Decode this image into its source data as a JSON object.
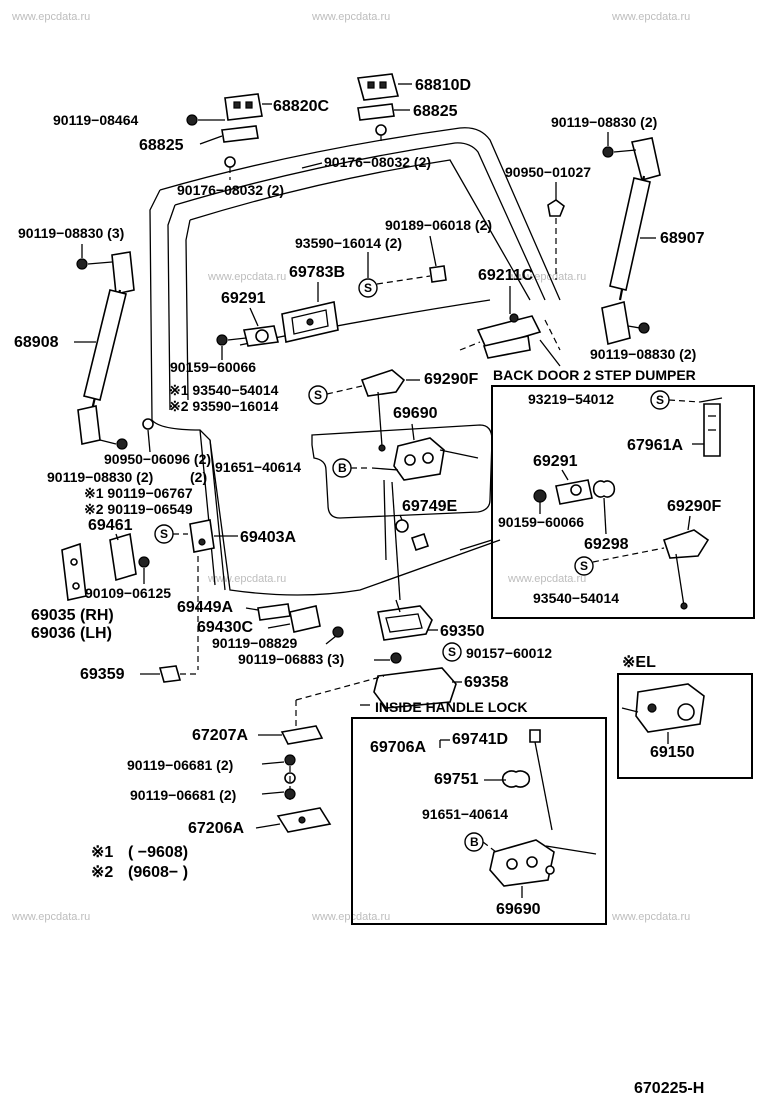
{
  "watermark": "www.epcdata.ru",
  "diagram_code": "670225-H",
  "labels": {
    "p68810D": "68810D",
    "p68820C": "68820C",
    "p68825a": "68825",
    "p68825b": "68825",
    "p90119_08464": "90119−08464",
    "p90119_08830_2a": "90119−08830 (2)",
    "p90176_08032_2a": "90176−08032 (2)",
    "p90176_08032_2b": "90176−08032 (2)",
    "p90950_01027": "90950−01027",
    "p90119_08830_3": "90119−08830 (3)",
    "p90189_06018_2": "90189−06018 (2)",
    "p93590_16014_2": "93590−16014 (2)",
    "p68907": "68907",
    "p69783B": "69783B",
    "p69211C": "69211C",
    "p69291a": "69291",
    "p68908": "68908",
    "p90159_60066a": "90159−60066",
    "p90119_08830_2b": "90119−08830 (2)",
    "p93540_54014a": "※1 93540−54014",
    "p93590_16014b": "※2 93590−16014",
    "p69290Fa": "69290F",
    "back_door_title": "BACK DOOR 2 STEP DUMPER",
    "p93219_54012": "93219−54012",
    "p69690a": "69690",
    "p67961A": "67961A",
    "p90950_06096_2": "90950−06096 (2)",
    "p91651_40614a": "91651−40614",
    "p90119_08830_2c": "90119−08830 (2)",
    "p2": "(2)",
    "p90119_06767": "※1 90119−06767",
    "p90119_06549": "※2 90119−06549",
    "p69461": "69461",
    "p69749E": "69749E",
    "p69403A": "69403A",
    "p69291b": "69291",
    "p90159_60066b": "90159−60066",
    "p69290Fb": "69290F",
    "p69298": "69298",
    "p90109_06125": "90109−06125",
    "p93540_54014b": "93540−54014",
    "p69035": "69035 (RH)",
    "p69036": "69036 (LH)",
    "p69449A": "69449A",
    "p69430C": "69430C",
    "p90119_08829": "90119−08829",
    "p69350": "69350",
    "p90119_06883_3": "90119−06883 (3)",
    "p90157_60012": "90157−60012",
    "p69359": "69359",
    "p69358": "69358",
    "el_title": "※EL",
    "p69150": "69150",
    "inside_handle_title": "INSIDE HANDLE LOCK",
    "p67207A": "67207A",
    "p69706A": "69706A",
    "p69741D": "69741D",
    "p90119_06681_2a": "90119−06681 (2)",
    "p69751": "69751",
    "p90119_06681_2b": "90119−06681 (2)",
    "p91651_40614b": "91651−40614",
    "p67206A": "67206A",
    "p69690b": "69690",
    "note1_mark": "※1",
    "note1_text": "(        −9608)",
    "note2_mark": "※2",
    "note2_text": "(9608−        )",
    "symbol_s": "S",
    "symbol_b": "B"
  }
}
